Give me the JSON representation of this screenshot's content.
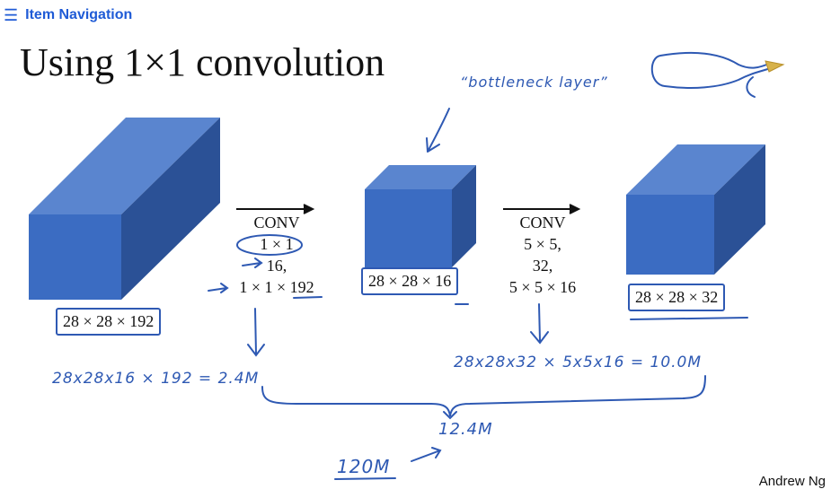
{
  "nav": {
    "icon": "menu-icon",
    "title": "Item Navigation"
  },
  "slide": {
    "title": "Using 1×1 convolution",
    "input_dims": "28 × 28 × 192",
    "middle_dims": "28 × 28 × 16",
    "output_dims": "28 × 28 × 32",
    "conv1": {
      "line1": "CONV",
      "line2": "1 × 1",
      "line3": "16,",
      "line4": "1 × 1 × 192"
    },
    "conv2": {
      "line1": "CONV",
      "line2": "5 × 5,",
      "line3": "32,",
      "line4": "5 × 5 × 16"
    },
    "annotations": {
      "bottleneck": "“bottleneck layer”",
      "cost1": "28x28x16 × 192 = 2.4M",
      "cost2": "28x28x32 × 5x5x16 = 10.0M",
      "total": "12.4M",
      "previous": "120M"
    },
    "credit": "Andrew Ng"
  },
  "colors": {
    "cube_front": "#3b6cc2",
    "cube_top": "#5a85cf",
    "cube_side": "#2b5196",
    "ink": "#2e59b3",
    "nav": "#1f5bd6"
  }
}
